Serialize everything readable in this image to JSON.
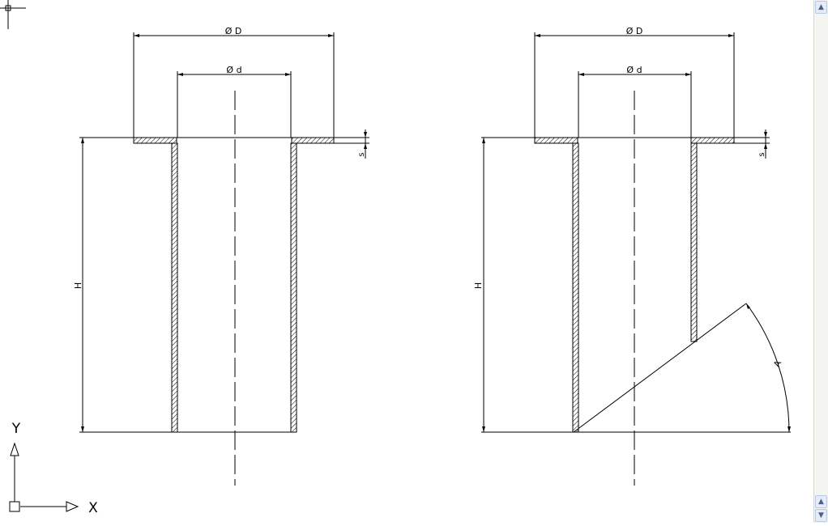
{
  "drawing": {
    "left_view": {
      "dim_outer_diameter": "Ø D",
      "dim_inner_diameter": "Ø d",
      "dim_height": "H",
      "dim_thickness": "s"
    },
    "right_view": {
      "dim_outer_diameter": "Ø D",
      "dim_inner_diameter": "Ø d",
      "dim_height": "H",
      "dim_thickness": "s",
      "dim_angle": "A"
    }
  },
  "ucs": {
    "x_label": "X",
    "y_label": "Y"
  },
  "scrollbar": {
    "up_glyph": "▲",
    "down_glyph": "▼"
  },
  "colors": {
    "background": "#ffffff",
    "line": "#000000",
    "scrollbar": "#f4f4f0"
  }
}
